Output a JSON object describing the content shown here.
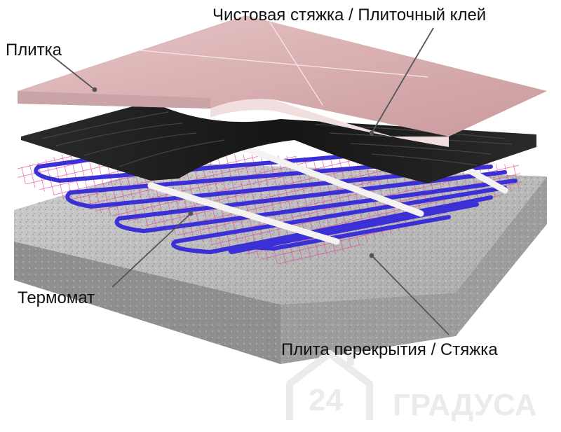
{
  "labels": {
    "finish_screed": "Чистовая стяжка / Плиточный клей",
    "tile": "Плитка",
    "heating_mat": "Термомат",
    "floor_slab": "Плита перекрытия / Стяжка"
  },
  "watermark": {
    "number": "24",
    "word": "ГРАДУСА"
  },
  "colors": {
    "tile": "#dfb9bb",
    "adhesive": "#1f1f1f",
    "cable": "#3b2fd6",
    "mesh": "#e0459a",
    "concrete": "#b9b9b9",
    "label_text": "#111111",
    "watermark": "#e9ece8"
  }
}
